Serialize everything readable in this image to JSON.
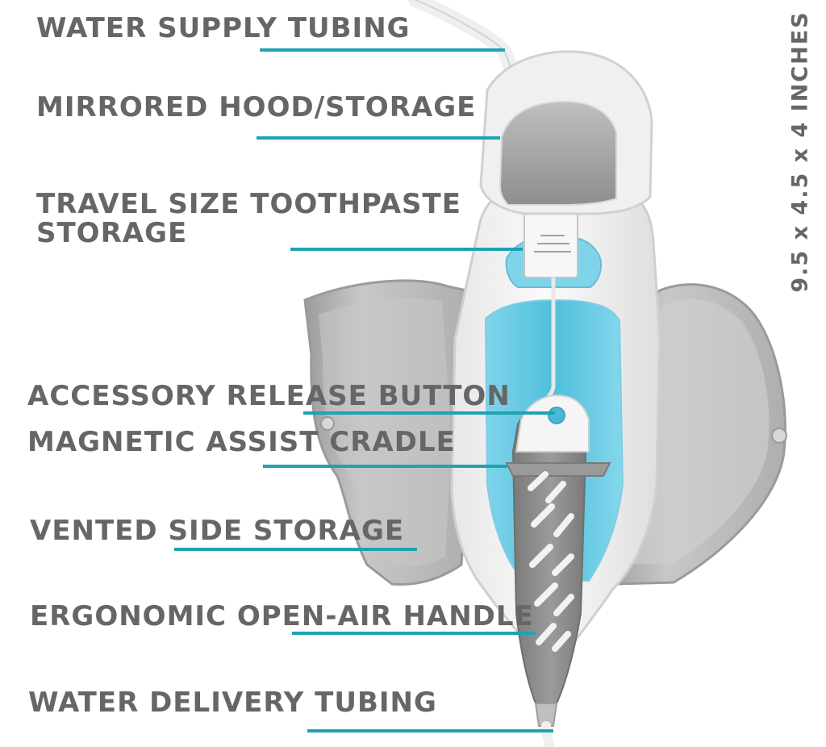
{
  "labels": {
    "water_supply_tubing": "WATER SUPPLY TUBING",
    "mirrored_hood": "MIRRORED HOOD/STORAGE",
    "toothpaste_storage": "TRAVEL SIZE TOOTHPASTE STORAGE",
    "accessory_release": "ACCESSORY RELEASE BUTTON",
    "magnetic_cradle": "MAGNETIC ASSIST CRADLE",
    "vented_storage": "VENTED SIDE STORAGE",
    "ergonomic_handle": "ERGONOMIC OPEN-AIR HANDLE",
    "water_delivery_tubing": "WATER DELIVERY TUBING"
  },
  "dimensions": "9.5 x 4.5 x 4 INCHES",
  "colors": {
    "leader_line": "#1fa3b4",
    "label_text": "#666666",
    "accent_blue": "#5cc7e2",
    "body_white": "#f3f3f3",
    "wing_gray": "#b9b9b9",
    "handle_gray": "#8f8f8f"
  }
}
